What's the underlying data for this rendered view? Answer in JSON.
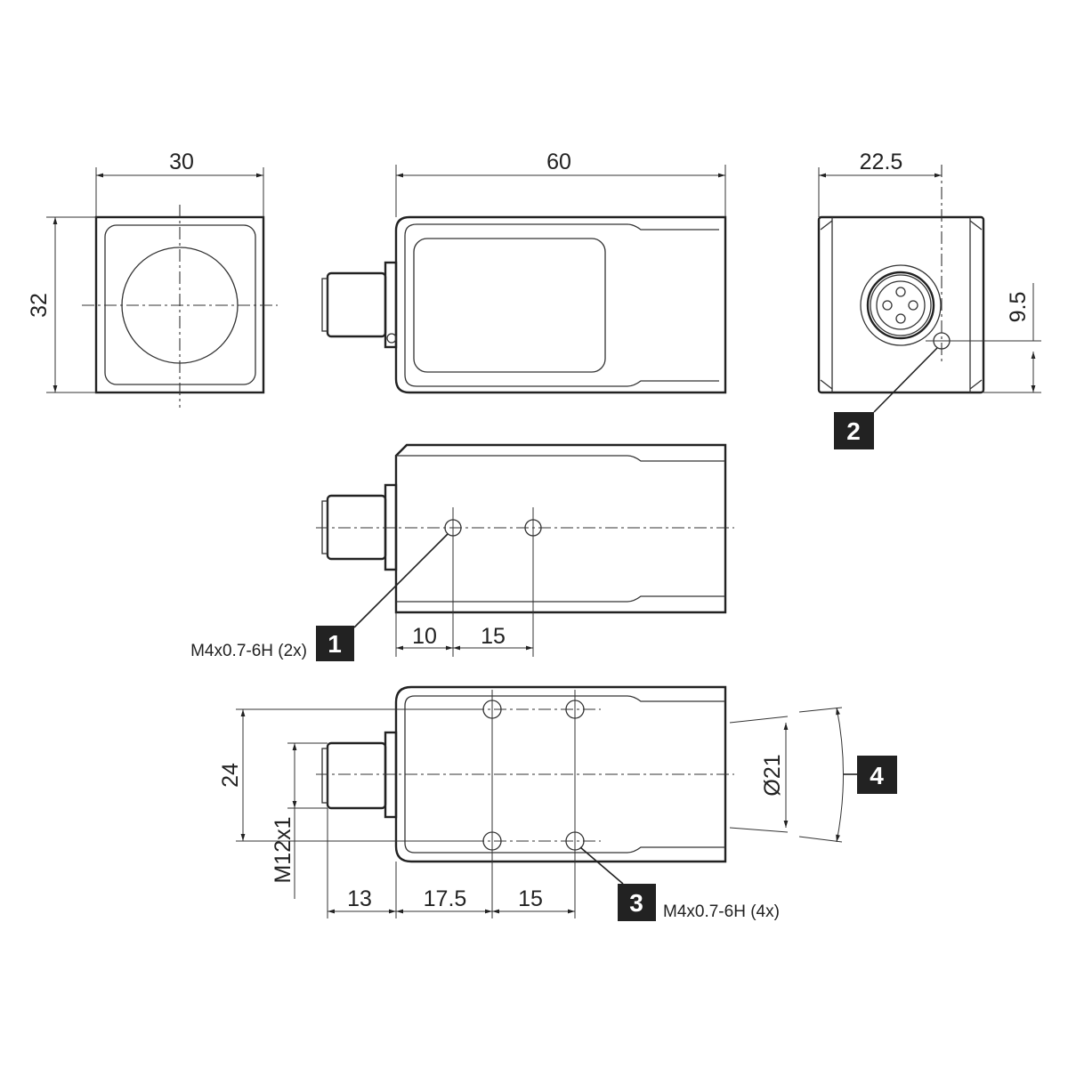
{
  "dimensions": {
    "front_width": "30",
    "front_height": "32",
    "side_length": "60",
    "rear_width": "22.5",
    "rear_hole_height": "9.5",
    "hole_offset_1": "10",
    "hole_spacing_1": "15",
    "connector_length": "13",
    "hole_offset_2": "17.5",
    "hole_spacing_2": "15",
    "hole_distance": "24",
    "connector_thread": "M12x1",
    "lens_diameter": "Ø21"
  },
  "callouts": [
    "1",
    "2",
    "3",
    "4"
  ],
  "notes": {
    "thread_1": "M4x0.7-6H (2x)",
    "thread_3": "M4x0.7-6H (4x)"
  }
}
